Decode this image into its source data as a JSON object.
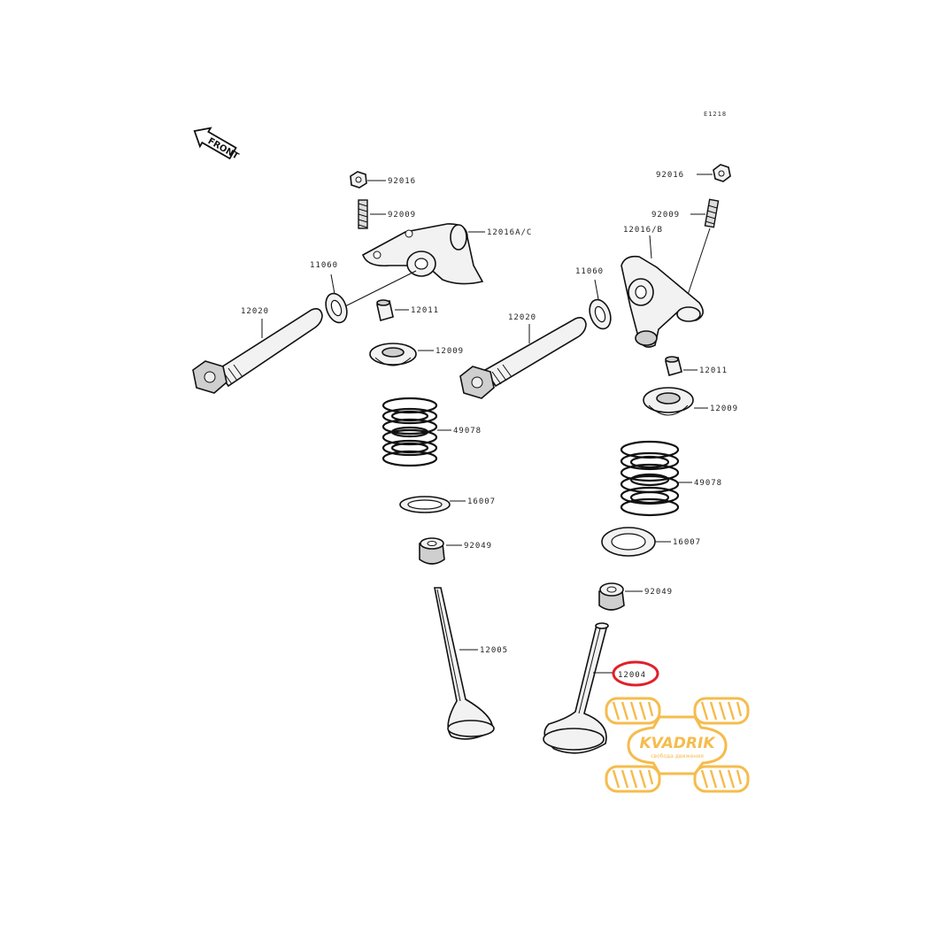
{
  "diagram": {
    "code": "E1218",
    "front_label": "FRONT",
    "highlight_color": "#e0202a",
    "watermark_color": "#f5b53a",
    "watermark": {
      "brand": "KVADRIK",
      "tagline": "свобода движения"
    },
    "callouts": {
      "nut_left": "92016",
      "spring_left": "92009",
      "rocker_left": "12016A/C",
      "washer_left": "11060",
      "shaft_left": "12020",
      "adjuster_left": "12011",
      "retainer_left": "12009",
      "valve_spring_left": "49078",
      "seat_left": "16007",
      "seal_left": "92049",
      "valve_left": "12005",
      "nut_right": "92016",
      "spring_right": "92009",
      "rocker_right": "12016/B",
      "washer_right": "11060",
      "shaft_right": "12020",
      "adjuster_right": "12011",
      "retainer_right": "12009",
      "valve_spring_right": "49078",
      "seat_right": "16007",
      "seal_right": "92049",
      "valve_right": "12004"
    }
  }
}
